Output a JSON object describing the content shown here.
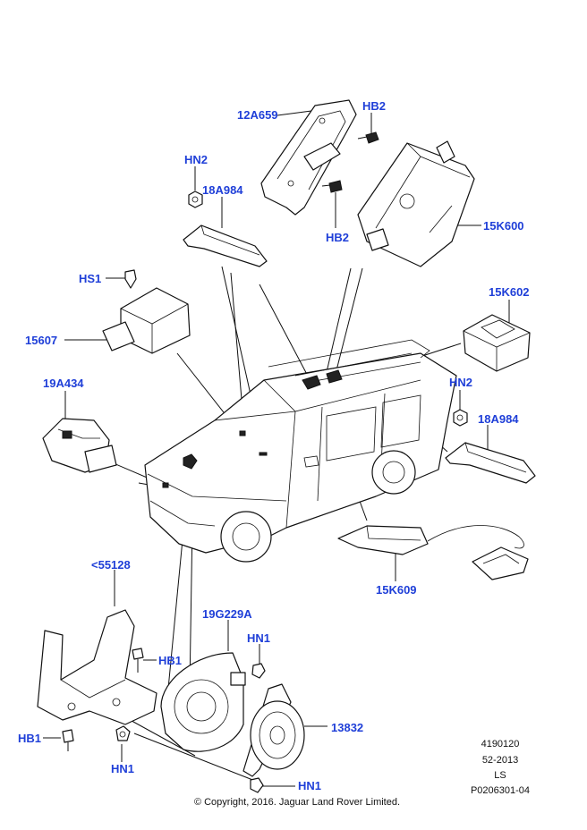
{
  "callouts": {
    "bracket_top": "12A659",
    "hb2_top": "HB2",
    "hb2_lower": "HB2",
    "hn2_left": "HN2",
    "bracket_left": "18A984",
    "module_15k600": "15K600",
    "hs1": "HS1",
    "module_15607": "15607",
    "module_15k602": "15K602",
    "sensor_19a434": "19A434",
    "hn2_right": "HN2",
    "bracket_right": "18A984",
    "module_15k609": "15K609",
    "bracket_55128": "<55128",
    "hb1_upper": "HB1",
    "hb1_lower": "HB1",
    "siren_19g229a": "19G229A",
    "hn1_upper": "HN1",
    "hn1_left": "HN1",
    "hn1_bottom": "HN1",
    "horn_13832": "13832"
  },
  "info": {
    "code": "4190120",
    "date": "52-2013",
    "market": "LS",
    "illustration": "P0206301-04"
  },
  "copyright": "© Copyright, 2016. Jaguar Land Rover Limited."
}
